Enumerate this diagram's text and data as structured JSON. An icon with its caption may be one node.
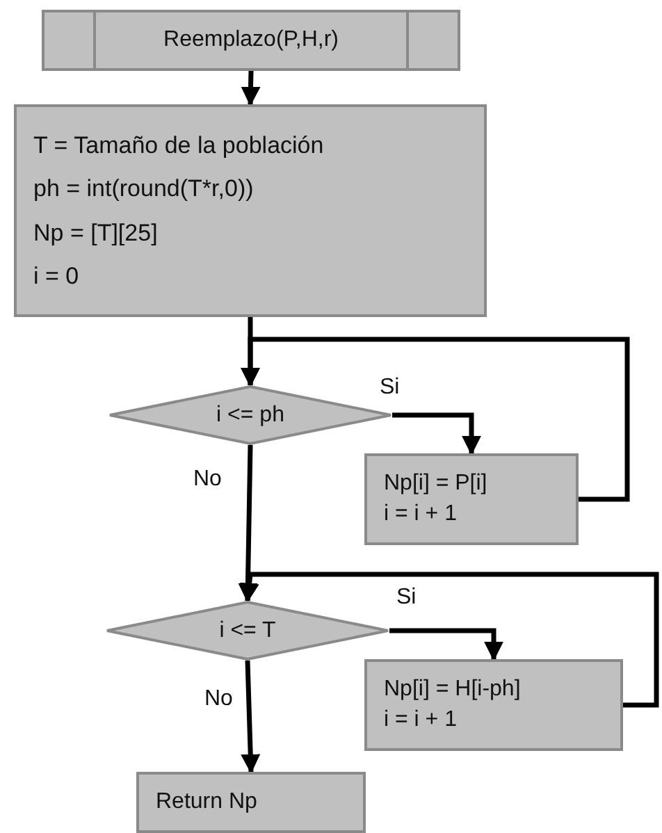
{
  "diagram": {
    "nodes": [
      {
        "text": [
          "Reemplazo(P,H,r)"
        ]
      },
      {
        "text": [
          "T = Tamaño de la población",
          "ph = int(round(T*r,0))",
          "Np = [T][25]",
          "i = 0"
        ]
      },
      {
        "text": [
          "i <= ph"
        ]
      },
      {
        "text": [
          "Np[i] = P[i]",
          "i = i + 1"
        ]
      },
      {
        "text": [
          "i <= T"
        ]
      },
      {
        "text": [
          "Np[i] = H[i-ph]",
          "i = i + 1"
        ]
      },
      {
        "text": [
          "Return Np"
        ]
      }
    ],
    "edges": [
      {
        "from": 0,
        "to": 1,
        "arrow": "to"
      },
      {
        "from": 1,
        "to": 2,
        "arrow": "to"
      },
      {
        "from": 2,
        "to": 3,
        "arrow": "to",
        "label": "Si"
      },
      {
        "from": 3,
        "to": 2,
        "arrow": "to"
      },
      {
        "from": 2,
        "to": 4,
        "arrow": "to",
        "label": "No"
      },
      {
        "from": 4,
        "to": 5,
        "arrow": "to",
        "label": "Si"
      },
      {
        "from": 5,
        "to": 4,
        "arrow": "to"
      },
      {
        "from": 4,
        "to": 6,
        "arrow": "to",
        "label": "No"
      }
    ]
  }
}
